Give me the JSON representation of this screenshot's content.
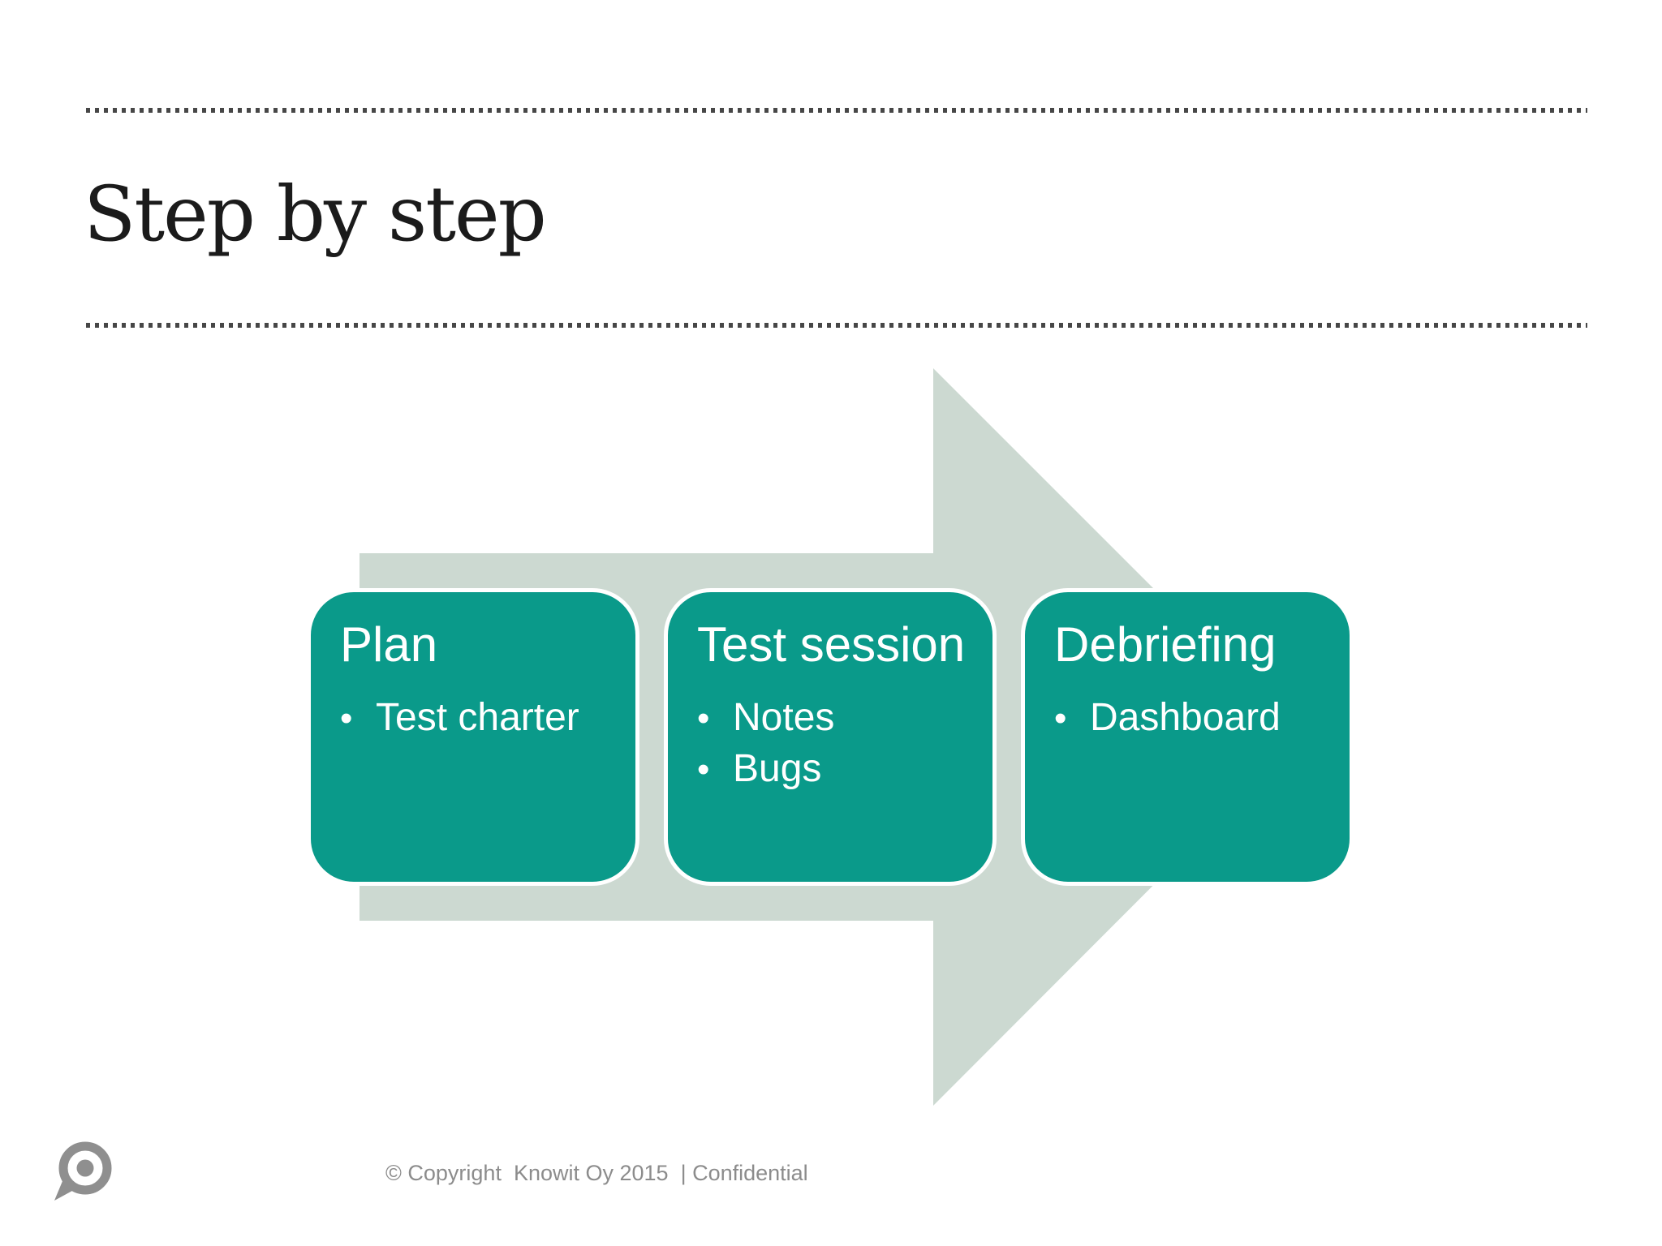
{
  "slide": {
    "title": "Step by step",
    "footer": "© Copyright  Knowit Oy 2015  | Confidential"
  },
  "diagram": {
    "type": "process-arrow",
    "direction": "right",
    "bullet_char": "•",
    "steps": [
      {
        "heading": "Plan",
        "bullets": [
          "Test charter"
        ]
      },
      {
        "heading": "Test session",
        "bullets": [
          "Notes",
          "Bugs"
        ]
      },
      {
        "heading": "Debriefing",
        "bullets": [
          "Dashboard"
        ]
      }
    ]
  },
  "colors": {
    "step_box_fill": "#0a9a8a",
    "step_box_outline": "#ffffff",
    "arrow_fill": "#ccd9d1",
    "title_text": "#1b1b1b",
    "divider_dots": "#474747",
    "footer_text": "#8c8c8c",
    "logo_gray": "#8f8f8f"
  }
}
